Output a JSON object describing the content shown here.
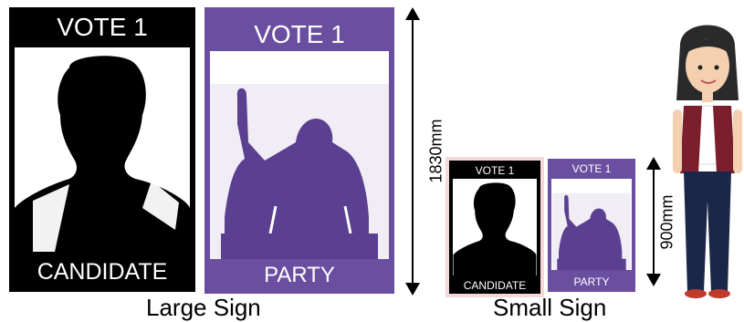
{
  "large_sign": {
    "candidate_poster": {
      "top_text": "VOTE 1",
      "bottom_text": "CANDIDATE"
    },
    "party_poster": {
      "top_text": "VOTE 1",
      "bottom_text": "PARTY"
    },
    "caption": "Large Sign",
    "height_label": "1830mm"
  },
  "small_sign": {
    "candidate_poster": {
      "top_text": "VOTE 1",
      "bottom_text": "CANDIDATE"
    },
    "party_poster": {
      "top_text": "VOTE 1",
      "bottom_text": "PARTY"
    },
    "caption": "Small Sign",
    "height_label": "900mm"
  },
  "colors": {
    "purple": "#6a4fa0",
    "silhouette_purple": "#5b3f91",
    "black": "#000000",
    "vest": "#7a1f2b",
    "jeans": "#1a2748",
    "skin": "#f4cfb0",
    "hair": "#2a2a2a"
  }
}
